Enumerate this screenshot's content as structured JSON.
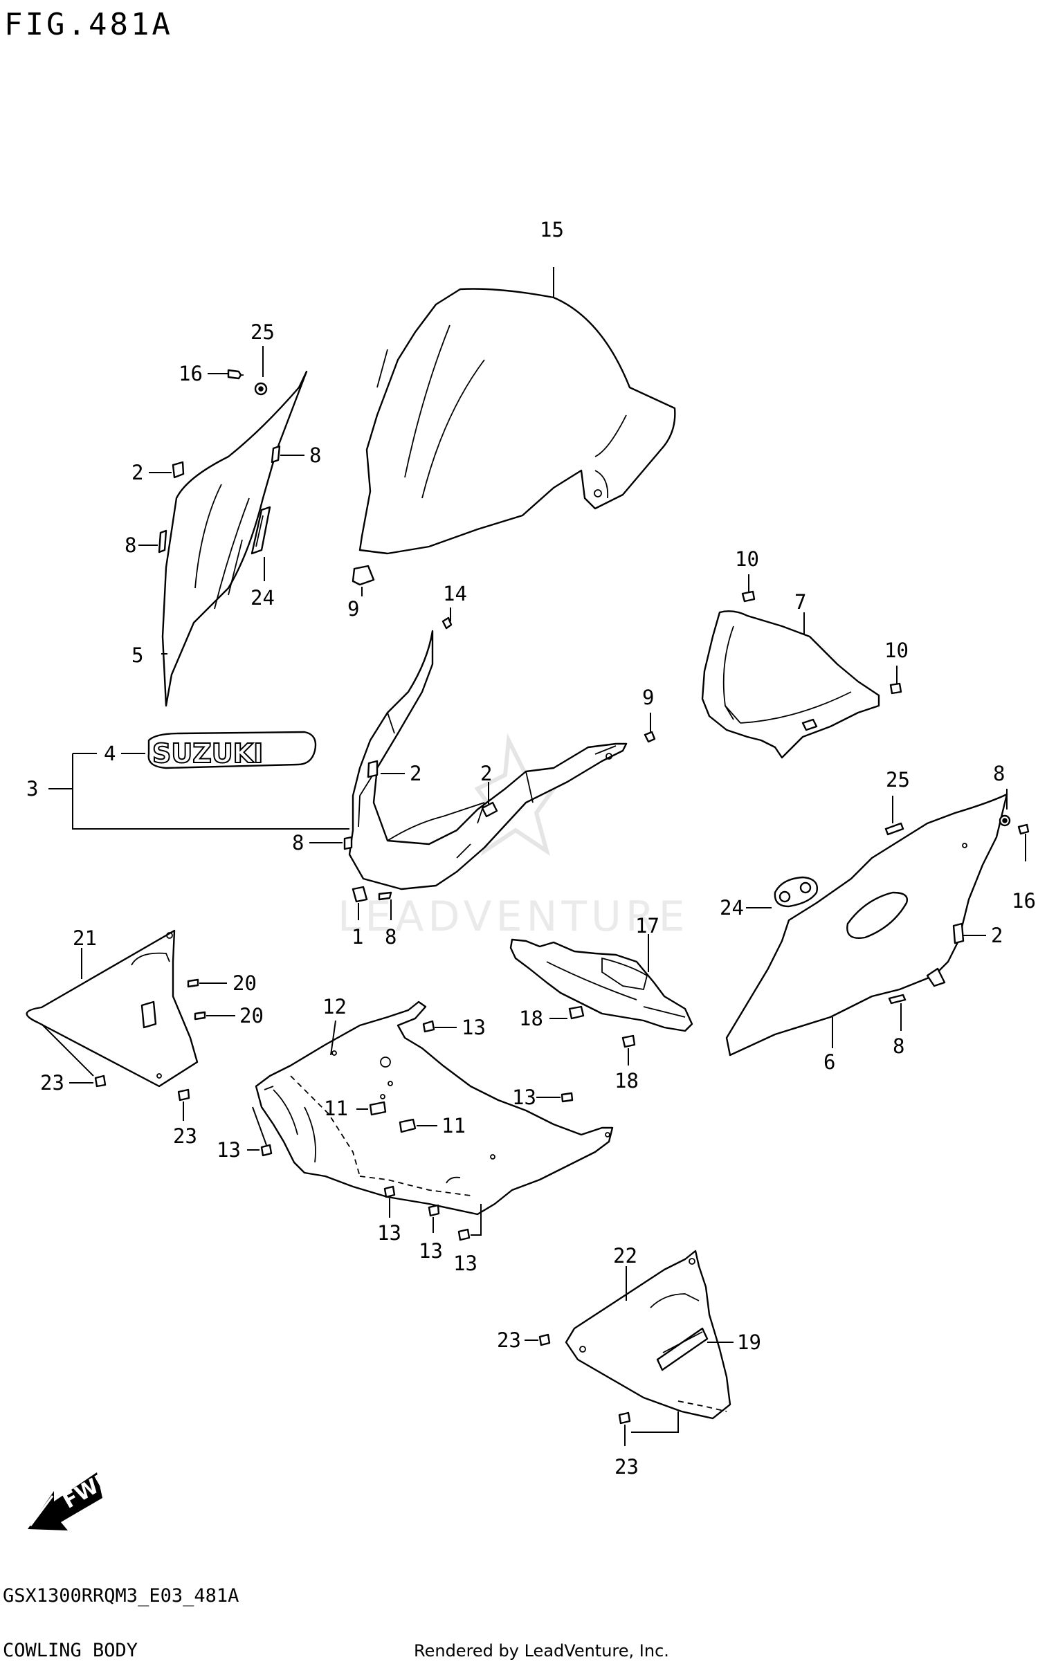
{
  "figure": {
    "title": "FIG.481A",
    "model_code": "GSX1300RRQM3_E03_481A",
    "section_name": "COWLING BODY",
    "credit": "Rendered by LeadVenture, Inc.",
    "watermark": "LEADVENTURE",
    "fwd_label": "FWD",
    "logo_text": "SUZUKI"
  },
  "callouts": [
    {
      "id": "c15",
      "text": "15"
    },
    {
      "id": "c25a",
      "text": "25"
    },
    {
      "id": "c16a",
      "text": "16"
    },
    {
      "id": "c8a",
      "text": "8"
    },
    {
      "id": "c2a",
      "text": "2"
    },
    {
      "id": "c8b",
      "text": "8"
    },
    {
      "id": "c24a",
      "text": "24"
    },
    {
      "id": "c5",
      "text": "5"
    },
    {
      "id": "c14",
      "text": "14"
    },
    {
      "id": "c9a",
      "text": "9"
    },
    {
      "id": "c10a",
      "text": "10"
    },
    {
      "id": "c7",
      "text": "7"
    },
    {
      "id": "c10b",
      "text": "10"
    },
    {
      "id": "c9b",
      "text": "9"
    },
    {
      "id": "c4",
      "text": "4"
    },
    {
      "id": "c3",
      "text": "3"
    },
    {
      "id": "c2b",
      "text": "2"
    },
    {
      "id": "c2c",
      "text": "2"
    },
    {
      "id": "c8c",
      "text": "8"
    },
    {
      "id": "c25b",
      "text": "25"
    },
    {
      "id": "c8d",
      "text": "8"
    },
    {
      "id": "c1",
      "text": "1"
    },
    {
      "id": "c8e",
      "text": "8"
    },
    {
      "id": "c16b",
      "text": "16"
    },
    {
      "id": "c24b",
      "text": "24"
    },
    {
      "id": "c2d",
      "text": "2"
    },
    {
      "id": "c21",
      "text": "21"
    },
    {
      "id": "c17",
      "text": "17"
    },
    {
      "id": "c20a",
      "text": "20"
    },
    {
      "id": "c20b",
      "text": "20"
    },
    {
      "id": "c12",
      "text": "12"
    },
    {
      "id": "c13a",
      "text": "13"
    },
    {
      "id": "c18a",
      "text": "18"
    },
    {
      "id": "c6",
      "text": "6"
    },
    {
      "id": "c8f",
      "text": "8"
    },
    {
      "id": "c18b",
      "text": "18"
    },
    {
      "id": "c23a",
      "text": "23"
    },
    {
      "id": "c13b",
      "text": "13"
    },
    {
      "id": "c11a",
      "text": "11"
    },
    {
      "id": "c11b",
      "text": "11"
    },
    {
      "id": "c23b",
      "text": "23"
    },
    {
      "id": "c13c",
      "text": "13"
    },
    {
      "id": "c13d",
      "text": "13"
    },
    {
      "id": "c13e",
      "text": "13"
    },
    {
      "id": "c13f",
      "text": "13"
    },
    {
      "id": "c22",
      "text": "22"
    },
    {
      "id": "c23c",
      "text": "23"
    },
    {
      "id": "c19",
      "text": "19"
    },
    {
      "id": "c23d",
      "text": "23"
    }
  ]
}
